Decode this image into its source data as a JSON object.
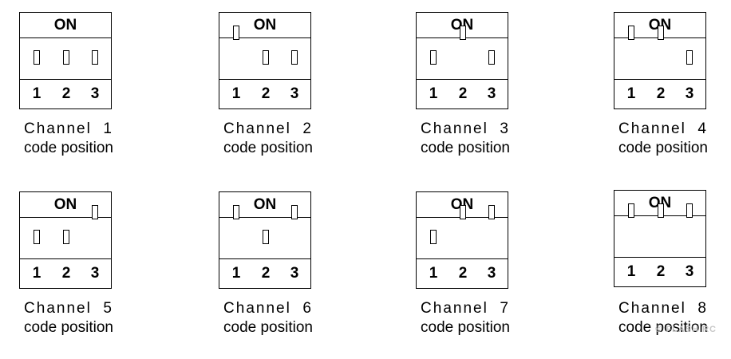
{
  "on_label": "ON",
  "switch_numbers": [
    "1",
    "2",
    "3"
  ],
  "caption_suffix": "code position",
  "watermark": "© FLASH RC",
  "channels": [
    {
      "label": "Channel  1",
      "switches": [
        false,
        false,
        false
      ]
    },
    {
      "label": "Channel  2",
      "switches": [
        true,
        false,
        false
      ]
    },
    {
      "label": "Channel  3",
      "switches": [
        false,
        true,
        false
      ]
    },
    {
      "label": "Channel  4",
      "switches": [
        true,
        true,
        false
      ]
    },
    {
      "label": "Channel  5",
      "switches": [
        false,
        false,
        true
      ]
    },
    {
      "label": "Channel  6",
      "switches": [
        true,
        false,
        true
      ]
    },
    {
      "label": "Channel  7",
      "switches": [
        false,
        true,
        true
      ]
    },
    {
      "label": "Channel  8",
      "switches": [
        true,
        true,
        true
      ]
    }
  ]
}
